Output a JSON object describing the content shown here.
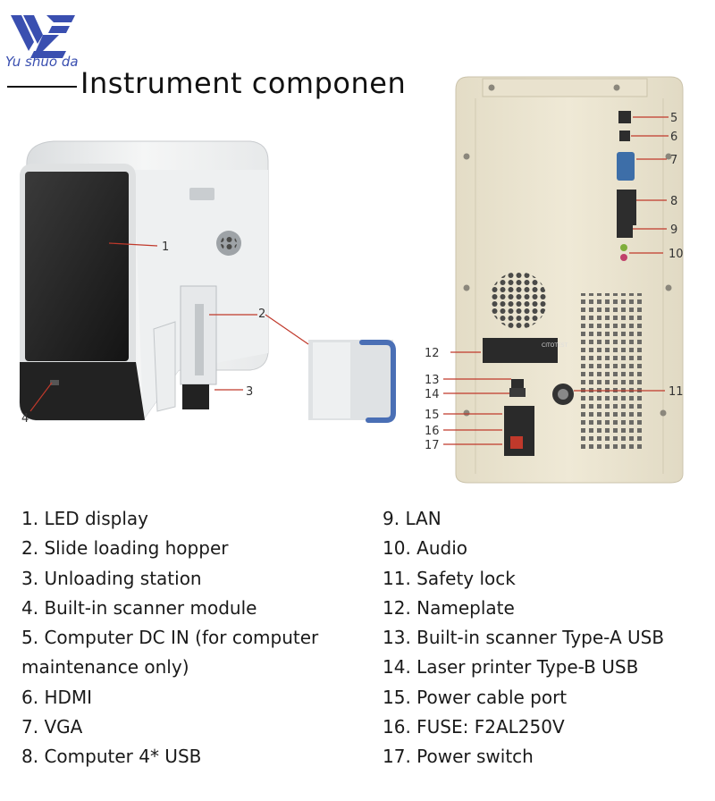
{
  "brand": {
    "name": "Yu shuo da",
    "logo_icon": "ys-monogram-logo"
  },
  "title": "Instrument componen",
  "callouts": {
    "front": [
      "1",
      "2",
      "3",
      "4"
    ],
    "rear_right": [
      "5",
      "6",
      "7",
      "8",
      "9",
      "10",
      "11"
    ],
    "rear_left": [
      "12",
      "13",
      "14",
      "15",
      "16",
      "17"
    ]
  },
  "nameplate_text": "CITOTEST",
  "legend_left": [
    "1. LED display",
    "2. Slide loading hopper",
    "3. Unloading station",
    "4. Built-in scanner module",
    "5. Computer DC IN (for computer",
    "maintenance only)",
    "6. HDMI",
    "7. VGA",
    "8. Computer 4* USB"
  ],
  "legend_right": [
    "9. LAN",
    "10. Audio",
    "11. Safety lock",
    "12. Nameplate",
    "13. Built-in scanner Type-A USB",
    "14. Laser printer Type-B USB",
    "15. Power cable port",
    "16. FUSE: F2AL250V",
    "17. Power switch"
  ],
  "colors": {
    "brand": "#3a4fb0",
    "callout_line": "#c0392b",
    "rear_panel": "#ece6d2",
    "hopper_handle": "#4a6fb5"
  }
}
